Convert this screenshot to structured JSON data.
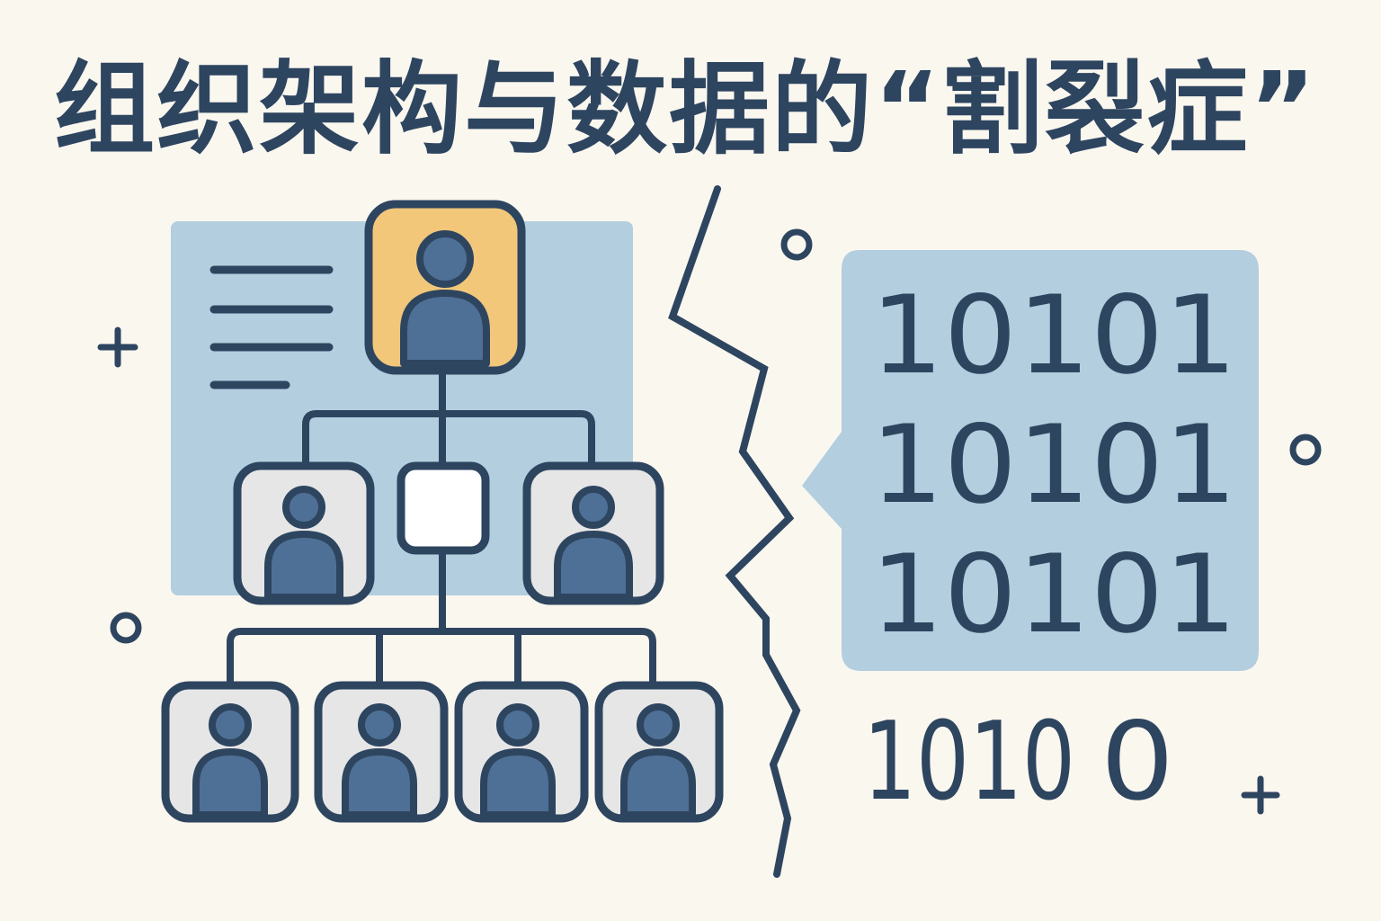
{
  "title": "组织架构与数据的“割裂症”",
  "colors": {
    "background": "#faf7ef",
    "ink": "#2e4560",
    "panel_blue": "#b3cede",
    "top_node_fill": "#f2c77a",
    "node_fill": "#e6e6e6",
    "person_fill": "#4f7096"
  },
  "binary_panel": {
    "rows": [
      "10101",
      "10101",
      "10101"
    ]
  },
  "loose_binary": "1010",
  "loose_binary_tail": "0",
  "icons": {
    "org_chart": "org-chart-icon",
    "document": "document-lines-icon",
    "speech_bubble": "speech-bubble-icon",
    "crack": "zigzag-crack-icon"
  }
}
